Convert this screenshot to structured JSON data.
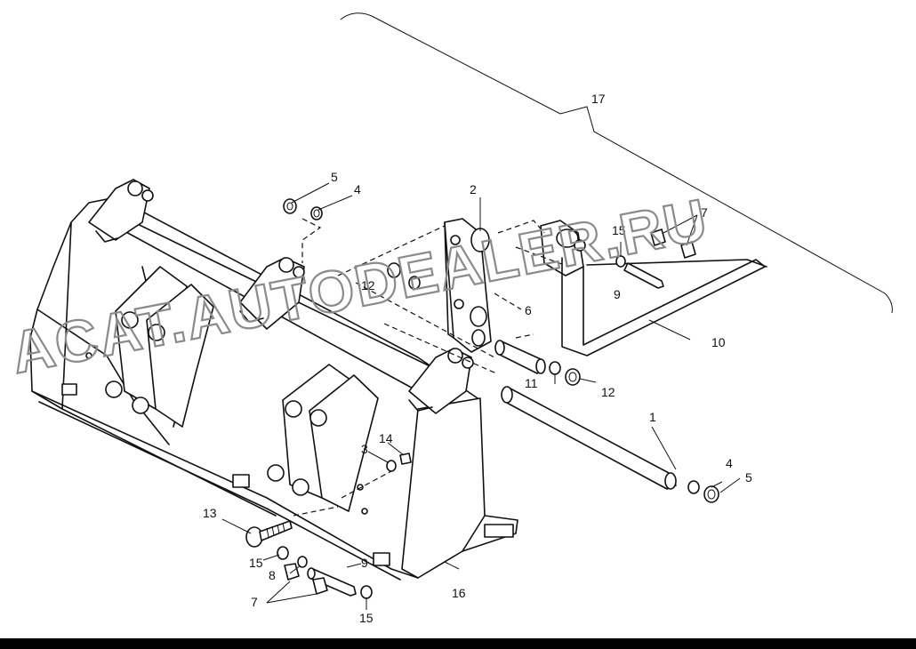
{
  "diagram": {
    "watermark": "ACAT.AUTODEALER.RU",
    "callouts": {
      "c1": "1",
      "c2": "2",
      "c3": "3",
      "c4a": "4",
      "c4b": "4",
      "c5a": "5",
      "c5b": "5",
      "c6": "6",
      "c7a": "7",
      "c7b": "7",
      "c8": "8",
      "c9a": "9",
      "c9b": "9",
      "c10": "10",
      "c11": "11",
      "c12a": "12",
      "c12b": "12",
      "c13": "13",
      "c14": "14",
      "c15a": "15",
      "c15b": "15",
      "c15c": "15",
      "c16": "16",
      "c17": "17"
    }
  }
}
